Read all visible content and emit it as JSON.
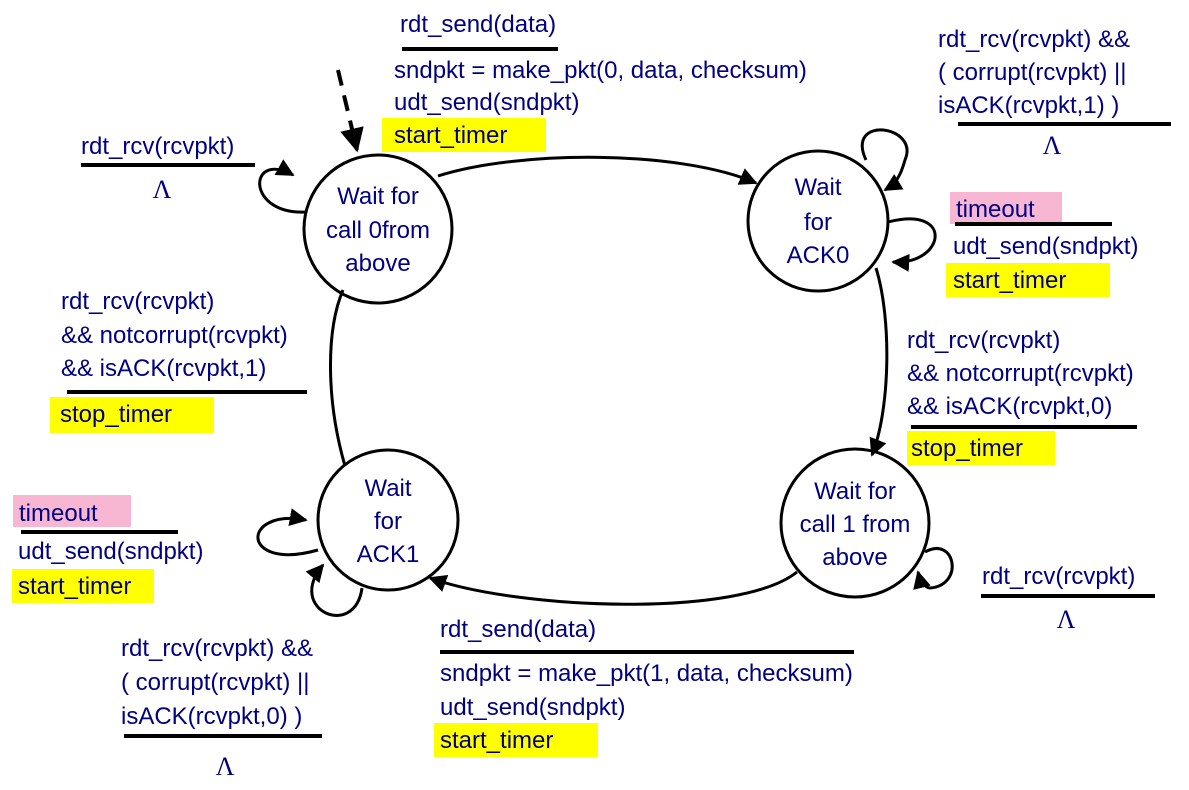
{
  "states": {
    "wait_call0": {
      "lines": [
        "Wait for",
        "call 0from",
        "above"
      ]
    },
    "wait_ack0": {
      "lines": [
        "Wait",
        "for",
        "ACK0"
      ]
    },
    "wait_call1": {
      "lines": [
        "Wait for",
        "call 1 from",
        "above"
      ]
    },
    "wait_ack1": {
      "lines": [
        "Wait",
        "for",
        "ACK1"
      ]
    }
  },
  "transitions": {
    "send0": {
      "event": "rdt_send(data)",
      "actions": [
        "sndpkt = make_pkt(0, data, checksum)",
        "udt_send(sndpkt)"
      ],
      "highlight": "start_timer"
    },
    "ack0_corrupt": {
      "event": [
        "rdt_rcv(rcvpkt) &&",
        "( corrupt(rcvpkt) ||",
        "isACK(rcvpkt,1) )"
      ],
      "action": "Λ"
    },
    "ack0_timeout": {
      "event": "timeout",
      "actions": [
        "udt_send(sndpkt)"
      ],
      "highlight": "start_timer"
    },
    "ack0_ok": {
      "event": [
        "rdt_rcv(rcvpkt)",
        "&& notcorrupt(rcvpkt)",
        "&& isACK(rcvpkt,0)"
      ],
      "highlight": "stop_timer"
    },
    "call1_rcv": {
      "event": "rdt_rcv(rcvpkt)",
      "action": "Λ"
    },
    "send1": {
      "event": "rdt_send(data)",
      "actions": [
        "sndpkt = make_pkt(1, data, checksum)",
        "udt_send(sndpkt)"
      ],
      "highlight": "start_timer"
    },
    "ack1_timeout": {
      "event": "timeout",
      "actions": [
        "udt_send(sndpkt)"
      ],
      "highlight": "start_timer"
    },
    "ack1_corrupt": {
      "event": [
        "rdt_rcv(rcvpkt) &&",
        "( corrupt(rcvpkt) ||",
        "isACK(rcvpkt,0) )"
      ],
      "action": "Λ"
    },
    "ack1_ok": {
      "event": [
        "rdt_rcv(rcvpkt)",
        "&& notcorrupt(rcvpkt)",
        "&& isACK(rcvpkt,1)"
      ],
      "highlight": "stop_timer"
    },
    "call0_rcv": {
      "event": "rdt_rcv(rcvpkt)",
      "action": "Λ"
    }
  },
  "colors": {
    "text": "#000080",
    "line": "#000000",
    "highlight_timer": "#ffff00",
    "highlight_timeout": "#f7b6d2"
  }
}
